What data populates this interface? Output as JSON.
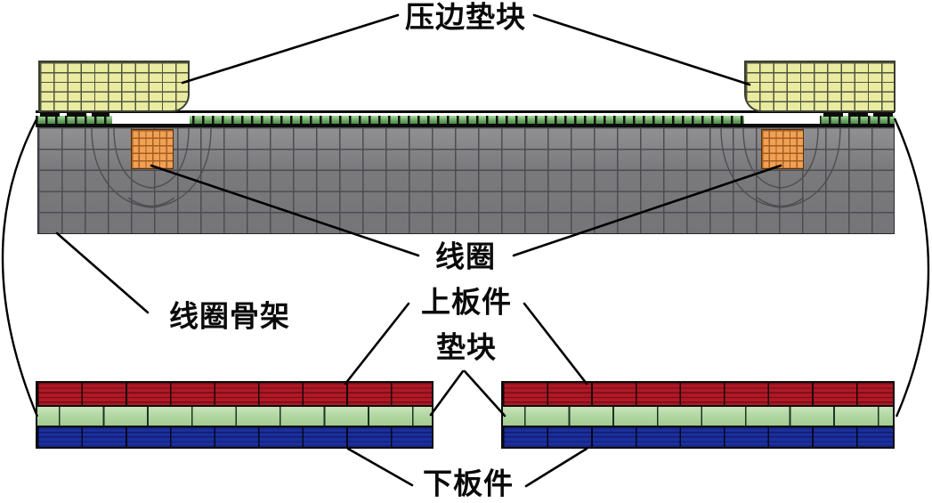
{
  "figure": {
    "labels": {
      "blank_holder_pad": "压边垫块",
      "coil": "线圈",
      "upper_plate": "上板件",
      "pad_block": "垫块",
      "coil_frame": "线圈骨架",
      "lower_plate": "下板件"
    },
    "colors": {
      "background": "#ffffff",
      "blank_holder_fill": "#e9eca0",
      "blank_holder_line": "#53553f",
      "frame_fill": "#7e7e80",
      "frame_line": "#4c4c52",
      "coil_fill": "#efa156",
      "coil_line": "#a55d20",
      "upper_plate_fill": "#b01825",
      "upper_plate_stripe": "#700d16",
      "pad_fill": "#b3d8a4",
      "pad_line": "#1e3320",
      "lower_plate_fill": "#1b2f9e",
      "lower_plate_stripe": "#101d6b",
      "spacer_strip_green": "#6faa68",
      "leader": "#000000"
    }
  }
}
